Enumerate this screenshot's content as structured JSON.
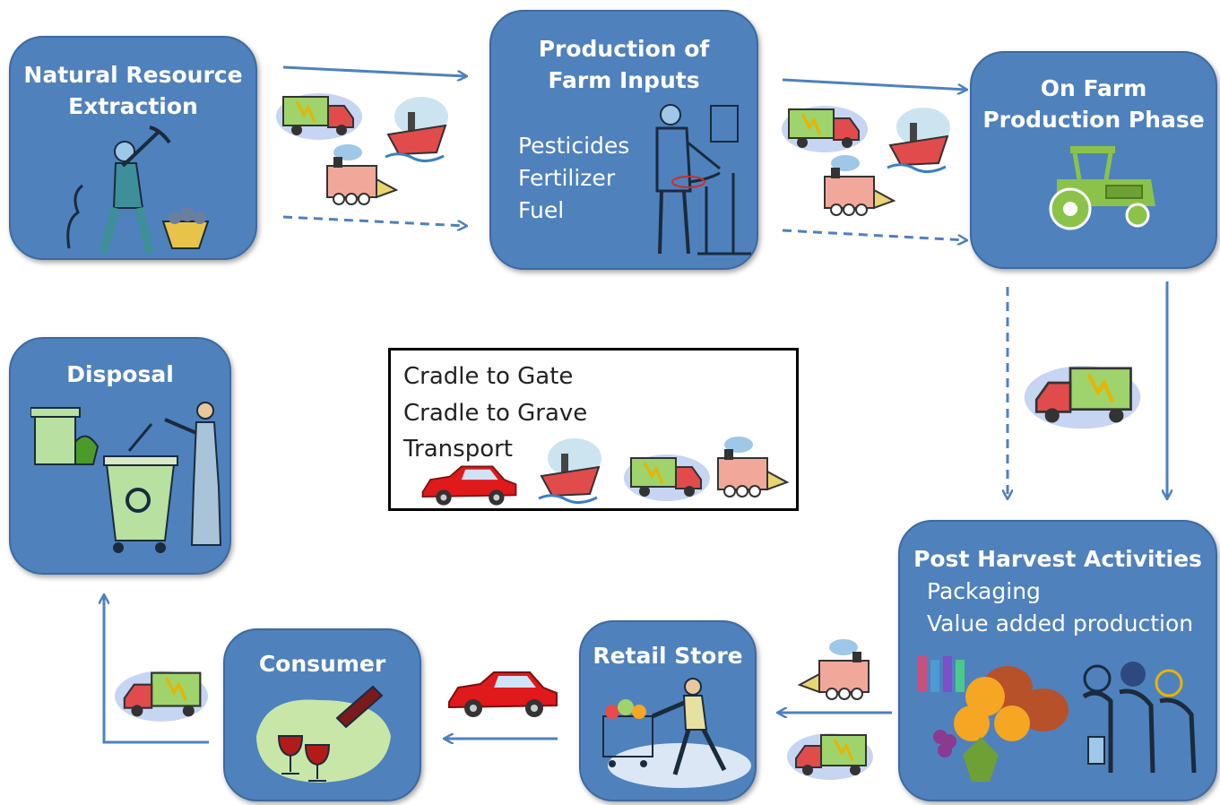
{
  "stages": {
    "extraction": {
      "title_line1": "Natural Resource",
      "title_line2": "Extraction"
    },
    "farm_inputs": {
      "title_line1": "Production of",
      "title_line2": "Farm Inputs",
      "items": [
        "Pesticides",
        "Fertilizer",
        "Fuel"
      ]
    },
    "on_farm": {
      "title_line1": "On Farm",
      "title_line2": "Production Phase"
    },
    "post_harvest": {
      "title": "Post Harvest Activities",
      "items": [
        "Packaging",
        "Value added production"
      ]
    },
    "retail": {
      "title": "Retail Store"
    },
    "consumer": {
      "title": "Consumer"
    },
    "disposal": {
      "title": "Disposal"
    }
  },
  "legend": {
    "cradle_to_gate": "Cradle to Gate",
    "cradle_to_grave": "Cradle to Grave",
    "transport": "Transport"
  },
  "colors": {
    "box_fill": "#4f81bd",
    "arrow": "#4f81bd",
    "truck_cab": "#e24b4b",
    "truck_cargo": "#9fd36c",
    "car": "#e0191b"
  },
  "icons": [
    "truck-icon",
    "ship-icon",
    "train-icon",
    "car-icon",
    "miner-icon",
    "worker-icon",
    "tractor-icon",
    "produce-icon",
    "shopper-icon",
    "wine-icon",
    "trash-icon"
  ]
}
